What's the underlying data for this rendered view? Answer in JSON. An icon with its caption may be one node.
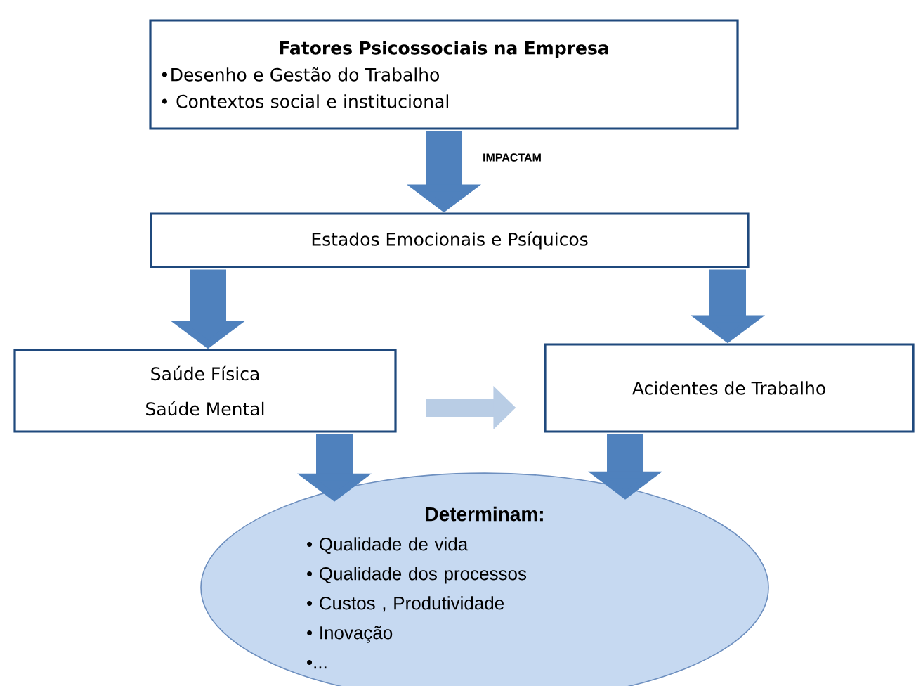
{
  "diagram": {
    "nodes": [
      {
        "text": [
          "Fatores Psicossociais na Empresa",
          "•Desenho e Gestão do Trabalho",
          "• Contextos social e institucional"
        ]
      },
      {
        "text": [
          "Estados Emocionais e Psíquicos"
        ]
      },
      {
        "text": [
          "Saúde Física",
          "Saúde Mental"
        ]
      },
      {
        "text": [
          "Acidentes de Trabalho"
        ]
      },
      {
        "text": [
          "Determinam:",
          "• Qualidade de vida",
          "• Qualidade dos processos",
          "• Custos , Produtividade",
          "• Inovação",
          "•..."
        ]
      }
    ],
    "edges": [
      {
        "from": 0,
        "to": 1,
        "arrow": "to",
        "label": "IMPACTAM"
      },
      {
        "from": 1,
        "to": 2,
        "arrow": "to"
      },
      {
        "from": 1,
        "to": 3,
        "arrow": "to"
      },
      {
        "from": 2,
        "to": 3,
        "arrow": "to",
        "color": "#b9cde5"
      },
      {
        "from": 2,
        "to": 4,
        "arrow": "to"
      },
      {
        "from": 3,
        "to": 4,
        "arrow": "to"
      }
    ]
  }
}
